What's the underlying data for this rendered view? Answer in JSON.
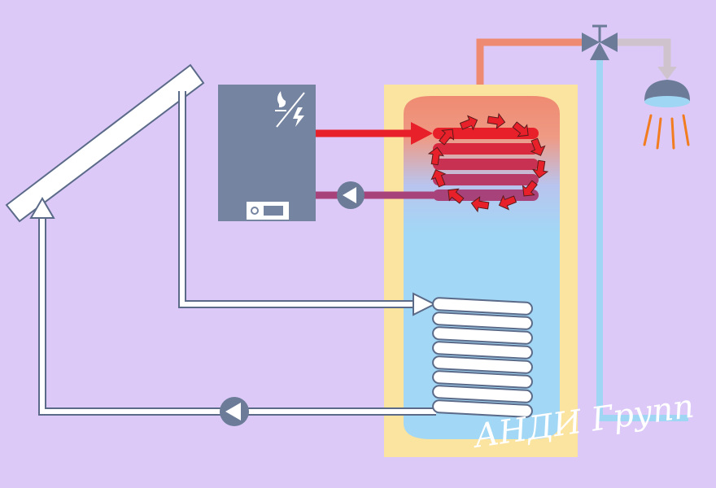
{
  "diagram": {
    "components": {
      "solar_collector": {
        "kind": "solar-panel"
      },
      "boiler": {
        "kind": "gas-electric-boiler",
        "icon": "flame-lightning-icon"
      },
      "storage_tank": {
        "kind": "indirect-water-heater"
      },
      "upper_coil": {
        "kind": "heat-exchanger-coil",
        "turns": 5
      },
      "lower_coil": {
        "kind": "heat-exchanger-coil",
        "turns": 8
      },
      "boiler_pump": {
        "kind": "circulation-pump"
      },
      "solar_pump": {
        "kind": "circulation-pump"
      },
      "mixing_valve": {
        "kind": "three-way-valve"
      },
      "shower": {
        "kind": "shower-head"
      }
    },
    "colors": {
      "background": "#dcc9f8",
      "hot": "#e8202a",
      "return": "#a8427a",
      "cold_water": "#9fd6f4",
      "hot_pipe": "#ef8a72",
      "mixed_pipe": "#cfc4ce",
      "solar_pipe": "#ffffff",
      "boiler_body": "#7584a1",
      "insulation": "#fbe3a0",
      "pump": "#6b7b98",
      "spray": "#f27c20"
    },
    "watermark": "АНДИ Групп"
  }
}
